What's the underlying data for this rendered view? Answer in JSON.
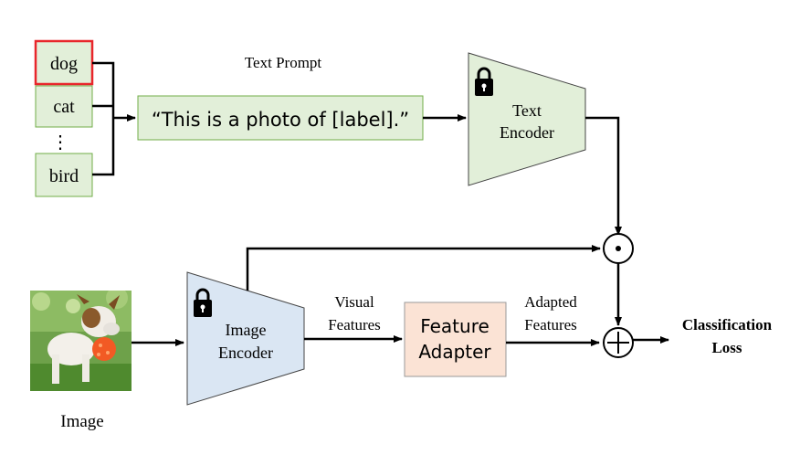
{
  "labels": {
    "classes": [
      "dog",
      "cat",
      "⋮",
      "bird"
    ],
    "text_prompt_title": "Text Prompt",
    "prompt_template": "“This is a photo of [label].”",
    "text_encoder": [
      "Text",
      "Encoder"
    ],
    "image_encoder": [
      "Image",
      "Encoder"
    ],
    "visual_features": [
      "Visual",
      "Features"
    ],
    "feature_adapter": [
      "Feature",
      "Adapter"
    ],
    "adapted_features": [
      "Adapted",
      "Features"
    ],
    "classification_loss": [
      "Classification",
      "Loss"
    ],
    "image_caption": "Image"
  },
  "colors": {
    "green_fill": "#e2efd9",
    "green_stroke": "#70ad47",
    "blue_fill": "#dae6f3",
    "peach_fill": "#fbe3d5",
    "highlight_red": "#e8262b",
    "line": "#000000"
  },
  "icons": {
    "lock": "lock-icon",
    "dot_product": "circled-dot-operator-icon",
    "sum": "circled-plus-operator-icon"
  }
}
